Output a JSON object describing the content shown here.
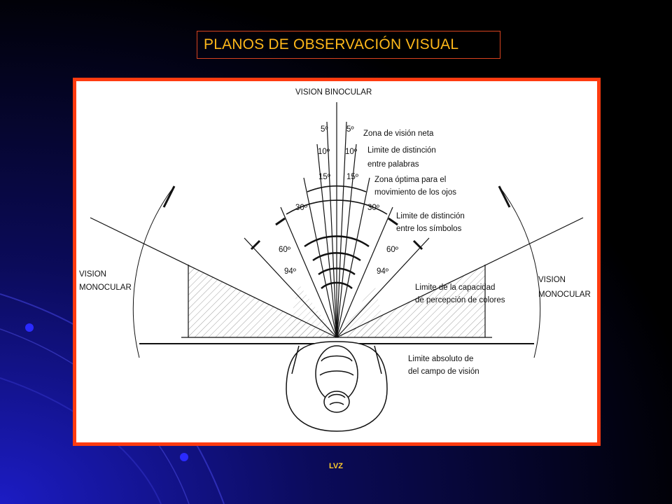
{
  "title": "PLANOS DE OBSERVACIÓN VISUAL",
  "footer": "LVZ",
  "colors": {
    "frame_border": "#ff3b10",
    "title_text": "#ffb81a",
    "title_border": "#d8431f",
    "footer_text": "#ffcc2a",
    "background_accent": "#1a1aa8"
  },
  "diagram": {
    "binocular_label": "VISION  BINOCULAR",
    "monocular_left_line1": "VISION",
    "monocular_left_line2": "MONOCULAR",
    "monocular_right_line1": "VISION",
    "monocular_right_line2": "MONOCULAR",
    "angles": {
      "a5_left": "5º",
      "a5_right": "5º",
      "a10_left": "10º",
      "a10_right": "10º",
      "a15_left": "15º",
      "a15_right": "15º",
      "a30_left": "30º",
      "a30_right": "30º",
      "a60_left": "60º",
      "a60_right": "60º",
      "a94_left": "94º",
      "a94_right": "94º"
    },
    "annotations": {
      "zona_neta": "Zona de visión neta",
      "limite_palabras_1": "Limite de distinción",
      "limite_palabras_2": "entre palabras",
      "zona_optima_1": "Zona óptima para el",
      "zona_optima_2": "movimiento de los ojos",
      "limite_simbolos_1": "Limite de distinción",
      "limite_simbolos_2": "entre los símbolos",
      "limite_colores_1": "Limite de la capacidad",
      "limite_colores_2": "de percepción de colores",
      "limite_absoluto_1": "Limite absoluto de",
      "limite_absoluto_2": "del campo de visión"
    }
  }
}
